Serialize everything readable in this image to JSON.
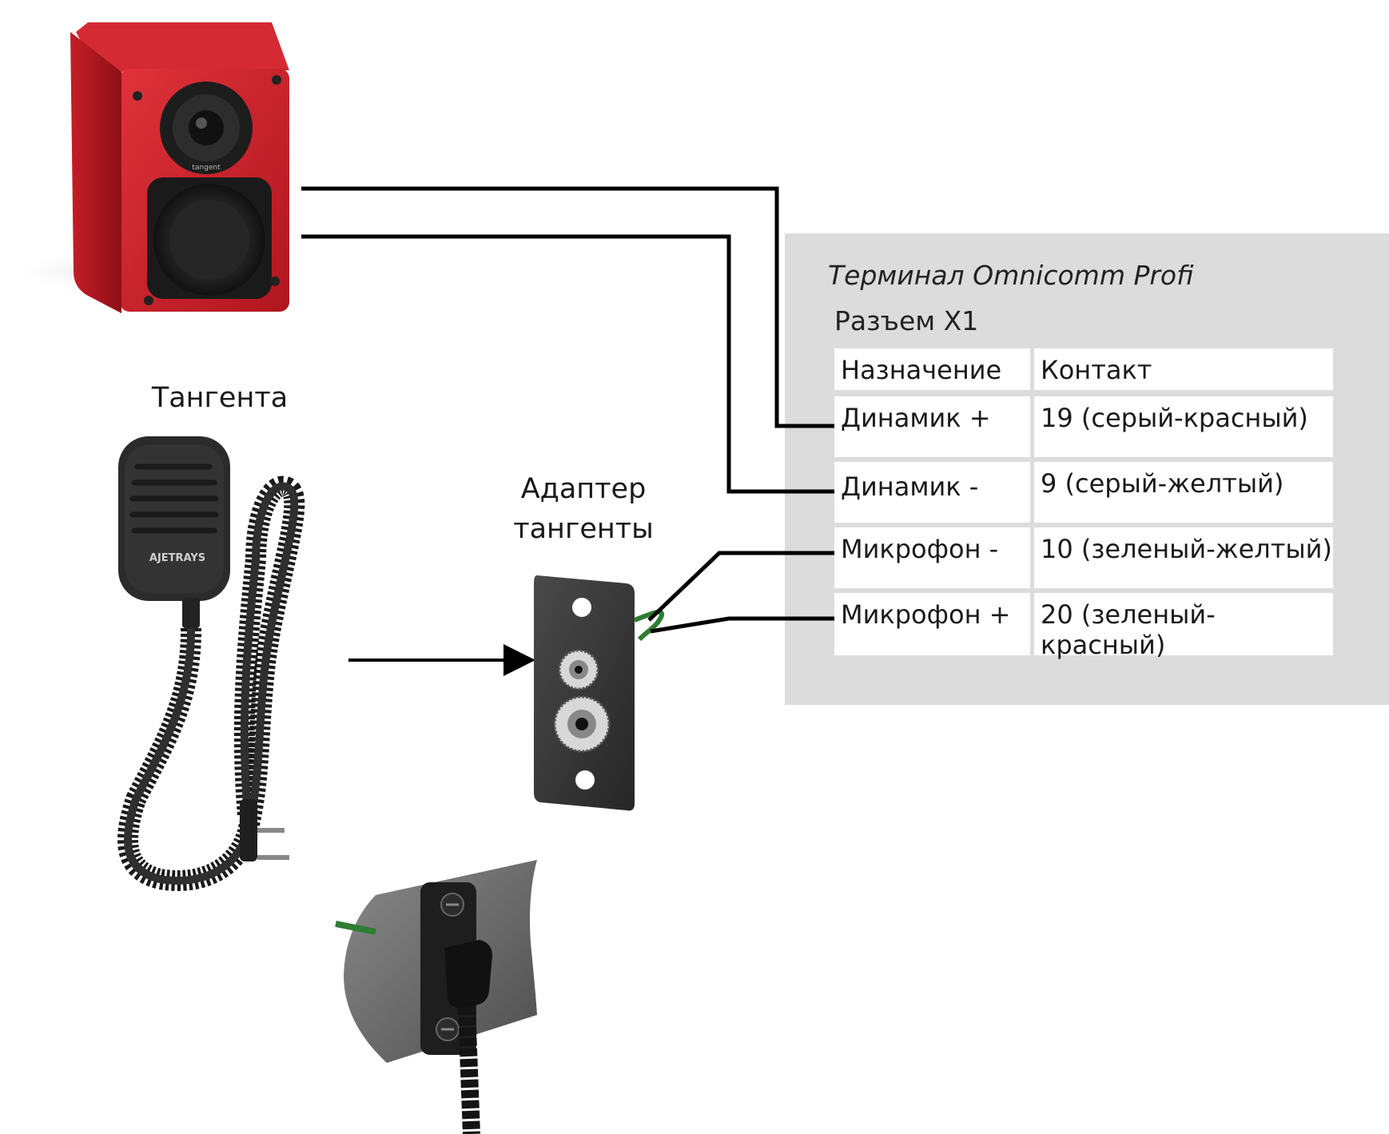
{
  "terminal": {
    "title": "Терминал Omnicomm Profi",
    "connector": "Разъем X1"
  },
  "table": {
    "headers": [
      "Назначение",
      "Контакт"
    ],
    "rows": [
      {
        "purpose": "Динамик +",
        "contact": "19 (серый-красный)"
      },
      {
        "purpose": "Динамик -",
        "contact": "9 (серый-желтый)"
      },
      {
        "purpose": "Микрофон -",
        "contact": "10 (зеленый-желтый)"
      },
      {
        "purpose": "Микрофон +",
        "contact": "20 (зеленый-красный)"
      }
    ]
  },
  "labels": {
    "tangenta": "Тангента",
    "adapter_line1": "Адаптер",
    "adapter_line2": "тангенты"
  },
  "device_texts": {
    "speaker_brand": "tangent",
    "mic_brand": "AJETRAYS"
  },
  "colors": {
    "panel": "#dcdcdc",
    "speaker_body": "#c8202a",
    "wire": "#000000",
    "green_wire": "#2e7d32"
  }
}
